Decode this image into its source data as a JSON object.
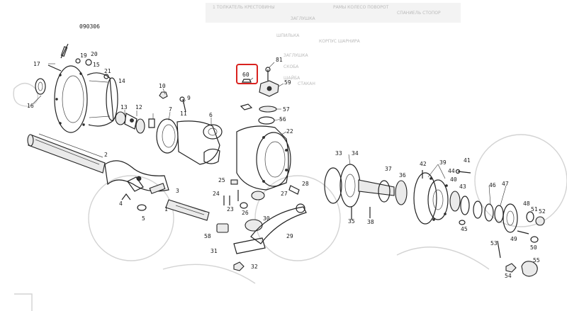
{
  "code": "090306",
  "highlight_label": "60",
  "labels": [
    "81",
    "19",
    "20",
    "17",
    "15",
    "21",
    "14",
    "16",
    "10",
    "11",
    "9",
    "13",
    "12",
    "7",
    "6",
    "2",
    "4",
    "3",
    "5",
    "1",
    "25",
    "24",
    "23",
    "26",
    "27",
    "58",
    "30",
    "29",
    "28",
    "31",
    "32",
    "22",
    "57",
    "56",
    "59",
    "33",
    "34",
    "35",
    "37",
    "36",
    "38",
    "42",
    "39",
    "44",
    "41",
    "40",
    "43",
    "46",
    "47",
    "48",
    "51",
    "52",
    "45",
    "49",
    "50",
    "53",
    "55",
    "54"
  ]
}
